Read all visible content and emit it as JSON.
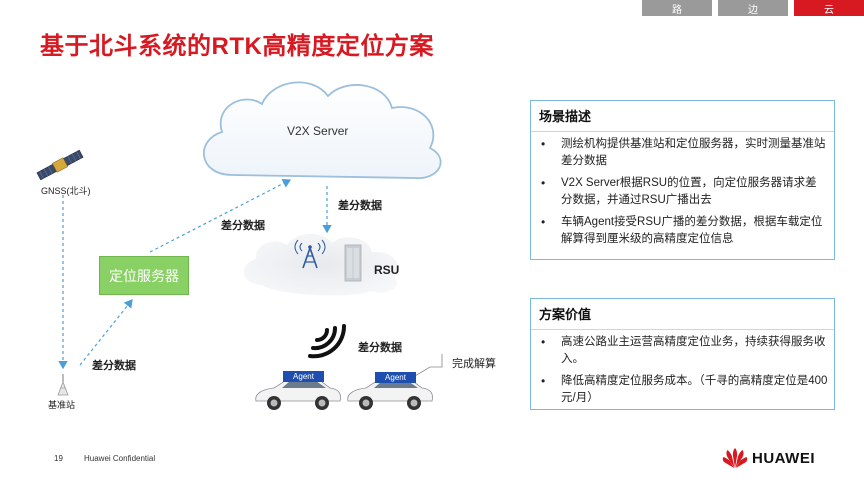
{
  "tabs": [
    "路",
    "边",
    "云"
  ],
  "title": "基于北斗系统的RTK高精度定位方案",
  "diagram": {
    "cloud_label": "V2X Server",
    "gnss_label": "GNSS(北斗)",
    "server_label": "定位服务器",
    "base_station_label": "基准站",
    "rsu_label": "RSU",
    "diff_data_1": "差分数据",
    "diff_data_2": "差分数据",
    "diff_data_3": "差分数据",
    "diff_data_4": "差分数据",
    "agent_1": "Agent",
    "agent_2": "Agent",
    "solve_label": "完成解算"
  },
  "panel1": {
    "title": "场景描述",
    "items": [
      "测绘机构提供基准站和定位服务器，实时测量基准站差分数据",
      "V2X Server根据RSU的位置，向定位服务器请求差分数据，并通过RSU广播出去",
      "车辆Agent接受RSU广播的差分数据，根据车载定位解算得到厘米级的高精度定位信息"
    ]
  },
  "panel2": {
    "title": "方案价值",
    "items": [
      "高速公路业主运营高精度定位业务，持续获得服务收入。",
      "降低高精度定位服务成本。（千寻的高精度定位是400元/月）"
    ]
  },
  "footer": {
    "page_number": "19",
    "confidential": "Huawei Confidential",
    "brand": "HUAWEI"
  },
  "colors": {
    "accent": "#d71921",
    "server_green": "#8ad165",
    "arrow_blue": "#4a9fd8",
    "agent_blue": "#1f4fae"
  }
}
